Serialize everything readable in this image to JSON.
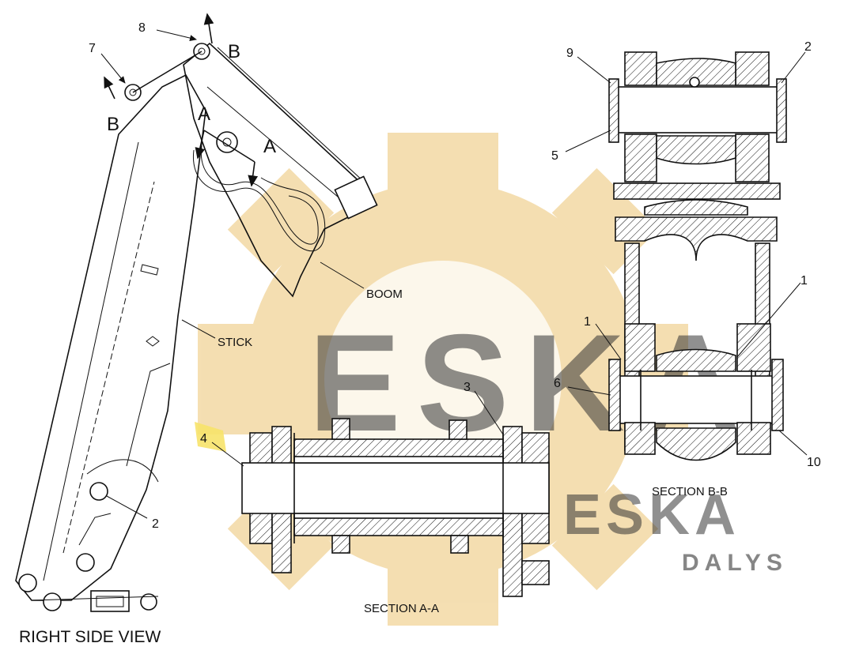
{
  "watermark": {
    "brand_text": "ESKA",
    "brand_text_secondary": "DALYS",
    "color": "#f3d9a4"
  },
  "highlight_color": "#f7e36a",
  "right_side_view": {
    "title": "RIGHT SIDE VIEW",
    "label_stick": "STICK",
    "label_boom": "BOOM",
    "callout_2": "2",
    "callout_7": "7",
    "callout_8": "8",
    "section_letter_a1": "A",
    "section_letter_a2": "A",
    "section_letter_b1": "B",
    "section_letter_b2": "B"
  },
  "section_aa": {
    "title": "SECTION A-A",
    "callout_3": "3",
    "callout_4": "4"
  },
  "section_bb": {
    "title": "SECTION B-B",
    "callout_1a": "1",
    "callout_1b": "1",
    "callout_2": "2",
    "callout_5": "5",
    "callout_6": "6",
    "callout_9": "9",
    "callout_10": "10"
  }
}
